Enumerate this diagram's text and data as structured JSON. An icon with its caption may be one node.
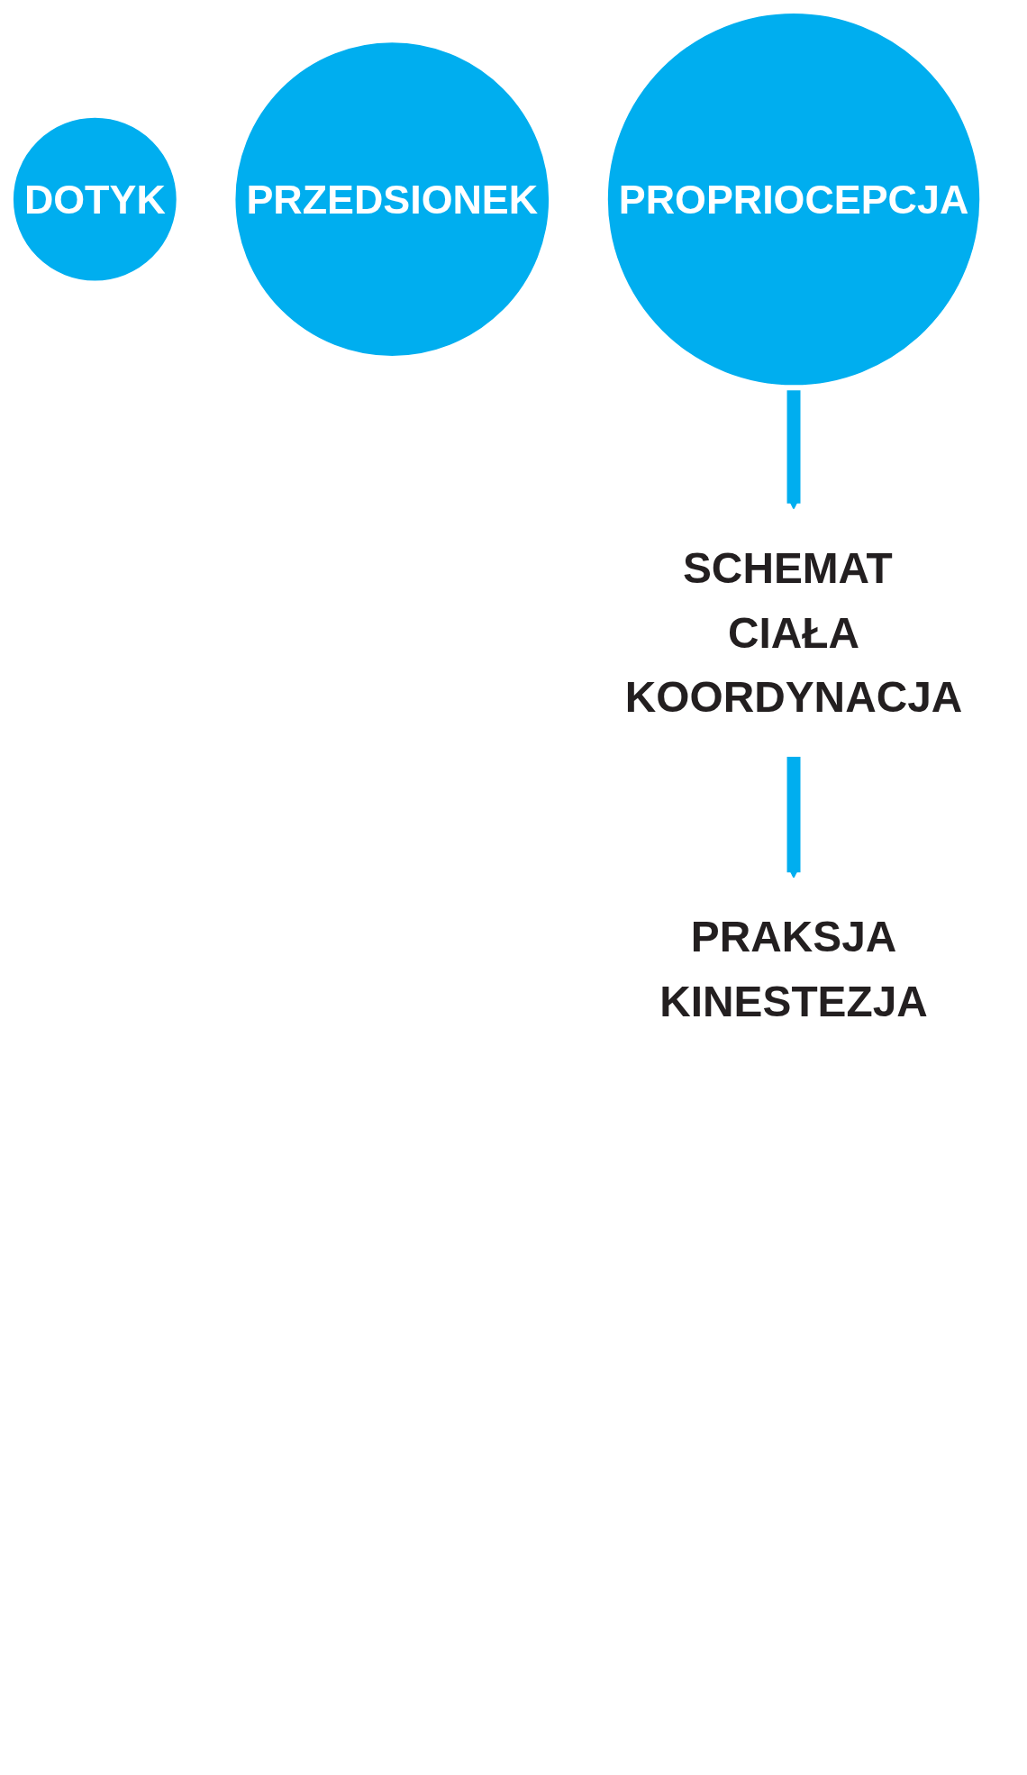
{
  "diagram": {
    "nodes": [
      {
        "text": [
          "DOTYK"
        ]
      },
      {
        "text": [
          "PRZEDSIONEK"
        ]
      },
      {
        "text": [
          "PROPRIOCEPCJA"
        ]
      },
      {
        "text": [
          "SCHEMAT CIAŁA",
          "KOORDYNACJA"
        ]
      },
      {
        "text": [
          "PRAKSJA",
          "KINESTEZJA"
        ]
      }
    ],
    "edges": [
      {
        "from": 2,
        "to": 3,
        "arrow": "to"
      },
      {
        "from": 3,
        "to": 4,
        "arrow": "to"
      }
    ]
  }
}
